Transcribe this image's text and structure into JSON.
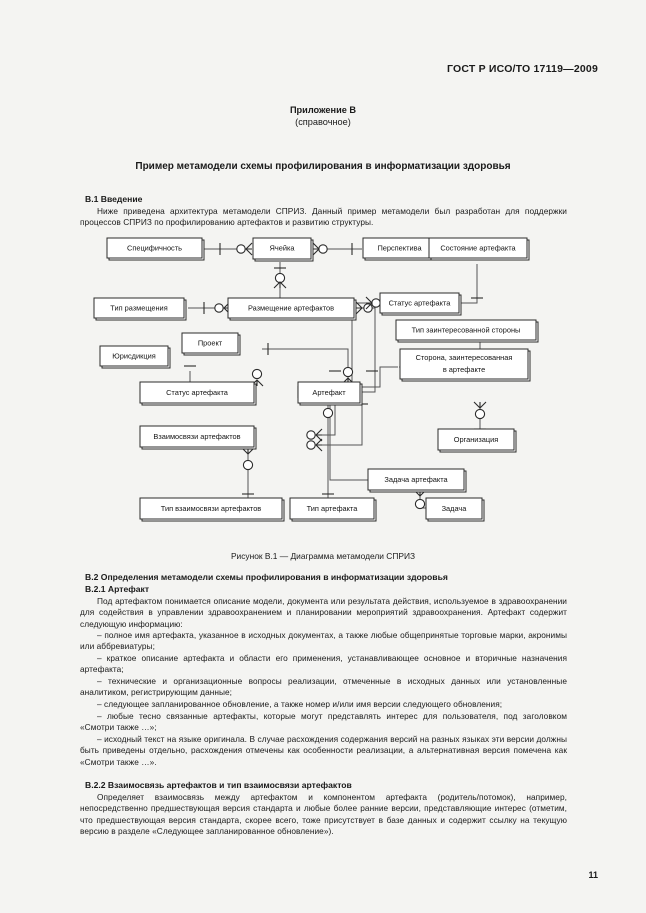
{
  "header": {
    "standard_id": "ГОСТ Р ИСО/ТО 17119—2009"
  },
  "annex": {
    "title": "Приложение В",
    "subtitle": "(справочное)"
  },
  "doc_title": "Пример метамодели схемы профилирования в  информатизации здоровья",
  "sections": {
    "b1_heading": "В.1 Введение",
    "b1_paragraph": "Ниже приведена архитектура метамодели СПРИЗ. Данный пример метамодели был разработан для поддержки процессов СПРИЗ по профилированию артефактов и развитию структуры.",
    "b2_heading": "В.2 Определения метамодели схемы профилирования в информатизации здоровья",
    "b21_heading": "В.2.1 Артефакт",
    "b21_paragraph": "Под артефактом понимается описание модели, документа или результата действия, используемое в здравоохранении для содействия в управлении здравоохранением и планировании мероприятий здравоохранения. Артефакт содержит следующую информацию:",
    "b21_bullets": [
      "– полное имя артефакта, указанное в исходных документах, а также любые общепринятые торговые марки, акронимы или аббревиатуры;",
      "– краткое описание артефакта и области его применения, устанавливающее основное и вторичные назначения артефакта;",
      "– технические и организационные вопросы реализации, отмеченные в исходных данных или установленные аналитиком, регистрирующим данные;",
      "– следующее запланированное обновление, а также номер и/или имя версии следующего обновления;",
      "– любые тесно связанные артефакты, которые могут представлять интерес для пользователя, под заголовком «Смотри также …»;",
      "– исходный текст на языке оригинала. В случае расхождения содержания версий на разных языках эти версии должны быть приведены отдельно, расхождения отмечены как особенности реализации, а альтернативная версия помечена как «Смотри также …»."
    ],
    "b22_heading": "В.2.2 Взаимосвязь артефактов и тип взаимосвязи артефактов",
    "b22_paragraph": "Определяет взаимосвязь между артефактом и компонентом артефакта (родитель/потомок), например, непосредственно предшествующая версия стандарта и любые более ранние версии, представляющие интерес (отметим, что предшествующая версия стандарта, скорее всего, тоже присутствует в базе данных и содержит ссылку на текущую версию в разделе «Следующее запланированное обновление»)."
  },
  "figure": {
    "caption": "Рисунок В.1 — Диаграмма метамодели СПРИЗ",
    "entities": {
      "specificity": "Специфичность",
      "cell": "Ячейка",
      "perspective": "Перспектива",
      "artifact_state": "Состояние артефакта",
      "placement_type": "Тип размещения",
      "artifact_placement": "Размещение артефактов",
      "artifact_status_top": "Статус артефакта",
      "stakeholder_type": "Тип заинтересованной стороны",
      "jurisdiction": "Юрисдикция",
      "project": "Проект",
      "artifact_status_left": "Статус артефакта",
      "artifact": "Артефакт",
      "stakeholder_line1": "Сторона, заинтересованная",
      "stakeholder_line2": "в артефакте",
      "organization": "Организация",
      "artifact_relations": "Взаимосвязи артефактов",
      "artifact_task": "Задача артефакта",
      "relation_type": "Тип взаимосвязи артефактов",
      "artifact_type": "Тип артефакта",
      "task": "Задача"
    }
  },
  "footer": {
    "page_number": "11"
  }
}
